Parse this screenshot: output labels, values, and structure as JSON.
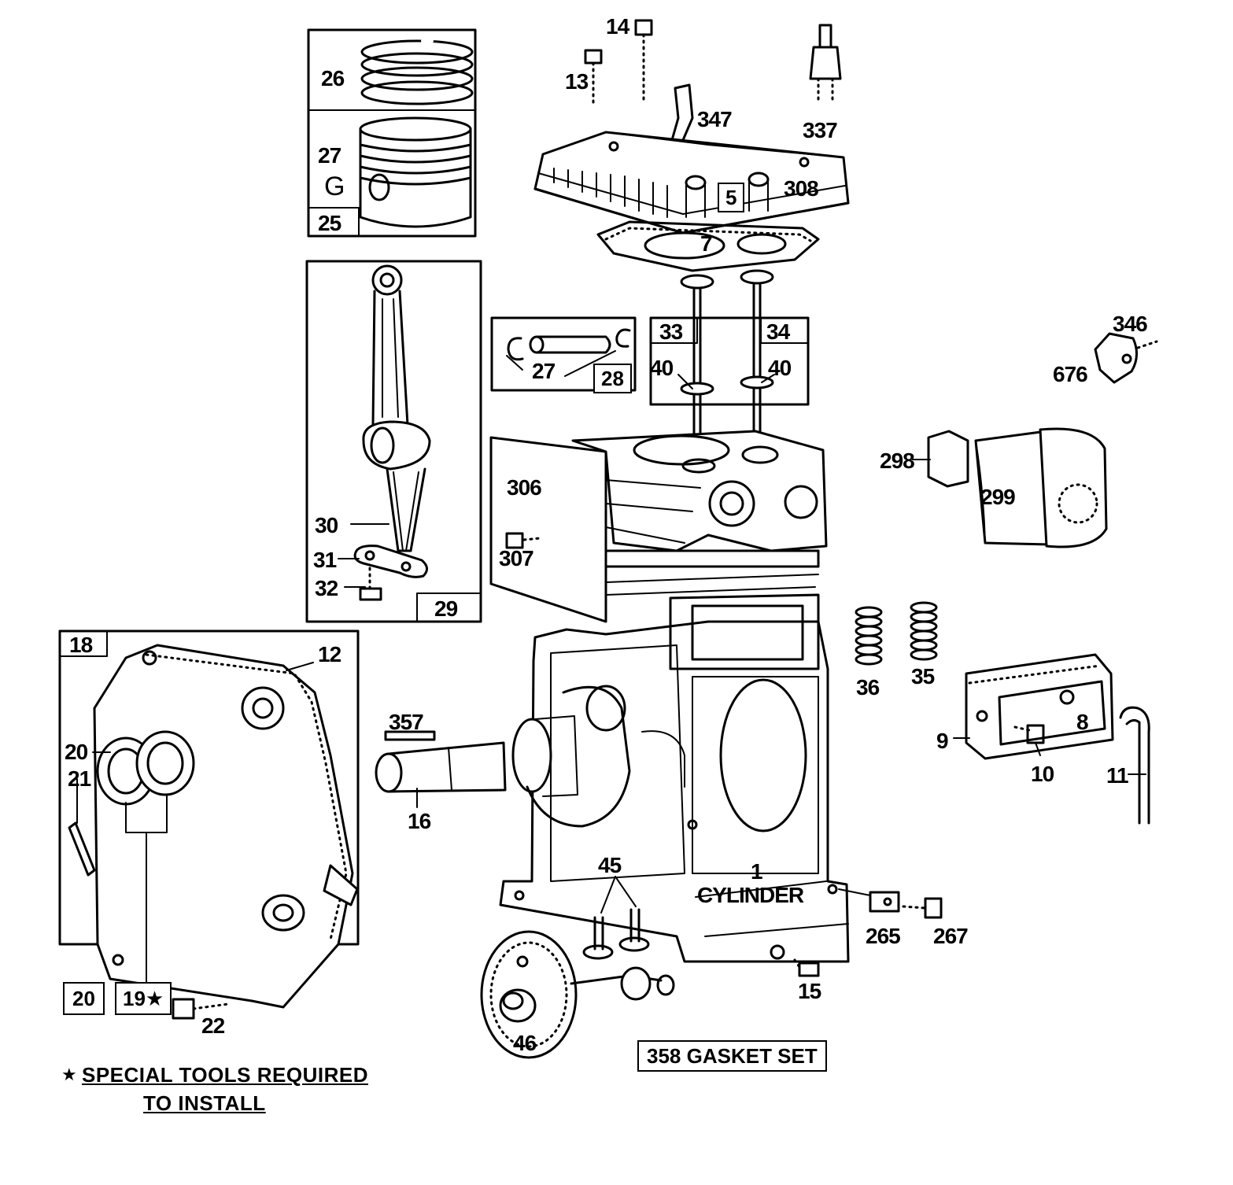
{
  "callouts": {
    "c14": "14",
    "c13": "13",
    "c337": "337",
    "c347": "347",
    "c308": "308",
    "c5": "5",
    "c7": "7",
    "c26": "26",
    "c27a": "27",
    "c27b": "27",
    "c25": "25",
    "c33": "33",
    "c34": "34",
    "c40a": "40",
    "c40b": "40",
    "c28": "28",
    "c346": "346",
    "c676": "676",
    "c298": "298",
    "c299": "299",
    "c306": "306",
    "c307": "307",
    "c30": "30",
    "c31": "31",
    "c32": "32",
    "c29": "29",
    "c18": "18",
    "c12": "12",
    "c20a": "20",
    "c21": "21",
    "c357": "357",
    "c16": "16",
    "c36": "36",
    "c35": "35",
    "c9": "9",
    "c8": "8",
    "c10": "10",
    "c11": "11",
    "c45": "45",
    "c1": "1",
    "c265": "265",
    "c267": "267",
    "c15": "15",
    "c46": "46",
    "c20b": "20",
    "c19": "19★",
    "c22": "22"
  },
  "cylinder_label": "CYLINDER",
  "gasket_set": "358 GASKET SET",
  "footnote": {
    "star": "★",
    "line1": "SPECIAL TOOLS REQUIRED",
    "line2": "TO INSTALL"
  }
}
